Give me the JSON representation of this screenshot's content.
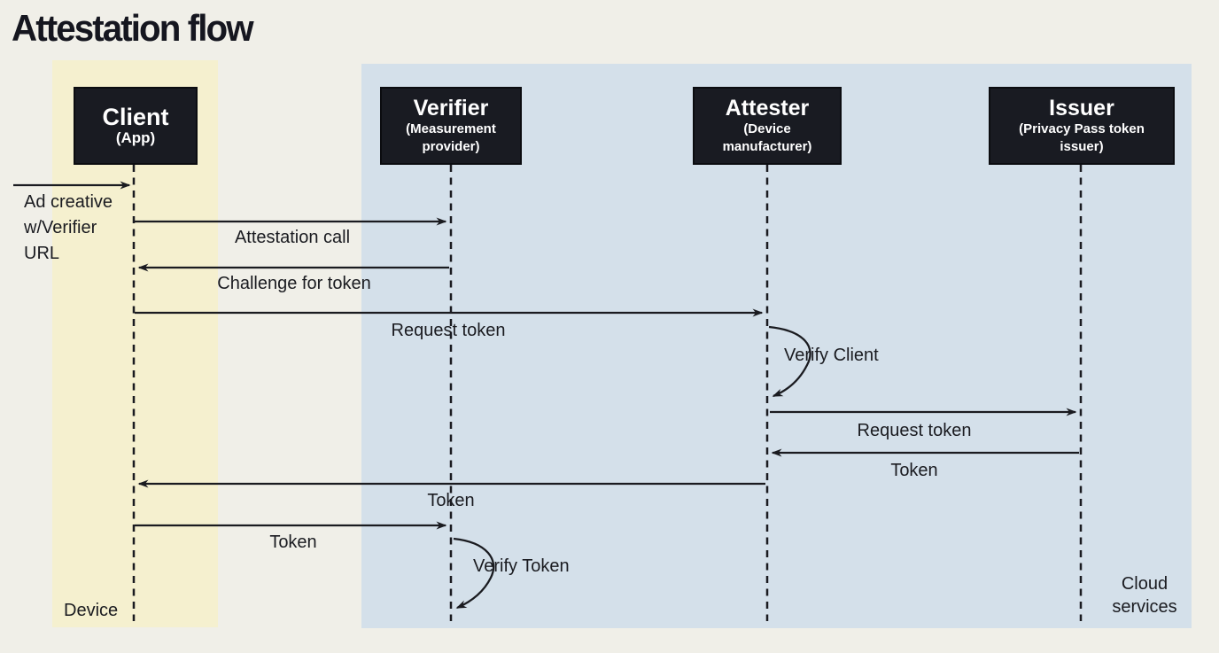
{
  "title": "Attestation flow",
  "colors": {
    "background": "#f0efe8",
    "device_band": "#f5f0cf",
    "cloud_band": "#d4e0ea",
    "actor_box": "#191b22",
    "actor_text": "#ffffff",
    "line_and_text": "#1a1b20"
  },
  "actors": [
    {
      "name": "Client",
      "subtitle": "(App)"
    },
    {
      "name": "Verifier",
      "subtitle": "(Measurement provider)"
    },
    {
      "name": "Attester",
      "subtitle": "(Device manufacturer)"
    },
    {
      "name": "Issuer",
      "subtitle": "(Privacy Pass token issuer)"
    }
  ],
  "zones": {
    "device": "Device",
    "cloud": "Cloud\nservices"
  },
  "messages": {
    "ad_creative": "Ad creative\nw/Verifier\nURL",
    "attestation_call": "Attestation call",
    "challenge_for_token": "Challenge for token",
    "request_token_client_to_attester": "Request token",
    "verify_client": "Verify Client",
    "request_token_attester_to_issuer": "Request token",
    "token_issuer_to_attester": "Token",
    "token_attester_to_client": "Token",
    "token_client_to_verifier": "Token",
    "verify_token": "Verify Token"
  }
}
